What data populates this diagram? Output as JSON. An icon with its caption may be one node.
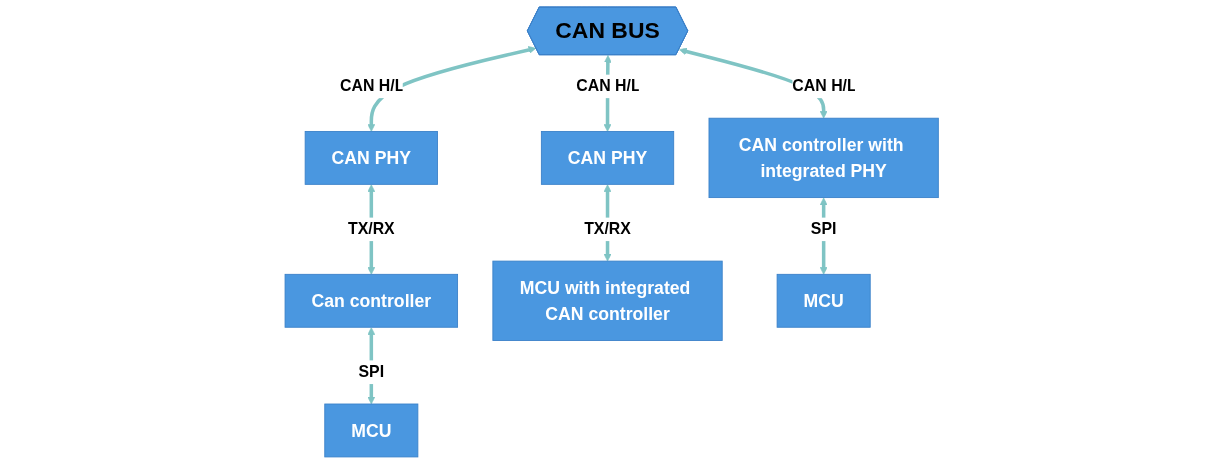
{
  "diagram": {
    "nodes": [
      {
        "text": [
          "CAN BUS"
        ]
      },
      {
        "text": [
          "CAN PHY"
        ]
      },
      {
        "text": [
          "Can controller"
        ]
      },
      {
        "text": [
          "MCU"
        ]
      },
      {
        "text": [
          "CAN PHY"
        ]
      },
      {
        "text": [
          "MCU with integrated CAN controller"
        ]
      },
      {
        "text": [
          "CAN controller with integrated PHY"
        ]
      },
      {
        "text": [
          "MCU"
        ]
      }
    ],
    "edges": [
      {
        "from": 0,
        "to": 1,
        "arrow": "both",
        "label": "CAN H/L"
      },
      {
        "from": 1,
        "to": 2,
        "arrow": "both",
        "label": "TX/RX"
      },
      {
        "from": 2,
        "to": 3,
        "arrow": "both",
        "label": "SPI"
      },
      {
        "from": 0,
        "to": 4,
        "arrow": "both",
        "label": "CAN H/L"
      },
      {
        "from": 4,
        "to": 5,
        "arrow": "both",
        "label": "TX/RX"
      },
      {
        "from": 0,
        "to": 6,
        "arrow": "both",
        "label": "CAN H/L"
      },
      {
        "from": 6,
        "to": 7,
        "arrow": "both",
        "label": "SPI"
      }
    ]
  }
}
